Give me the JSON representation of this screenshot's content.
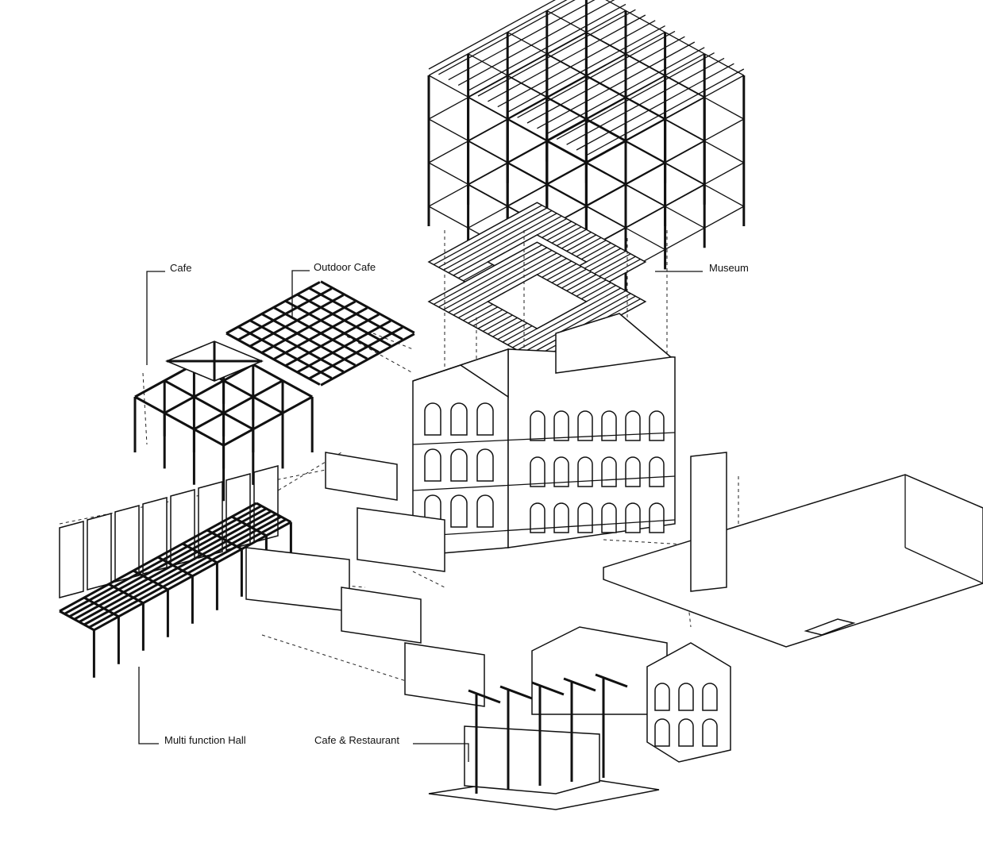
{
  "labels": {
    "cafe": "Cafe",
    "outdoor_cafe": "Outdoor Cafe",
    "museum": "Museum",
    "multi_function_hall": "Multi function Hall",
    "cafe_restaurant": "Cafe & Restaurant"
  }
}
